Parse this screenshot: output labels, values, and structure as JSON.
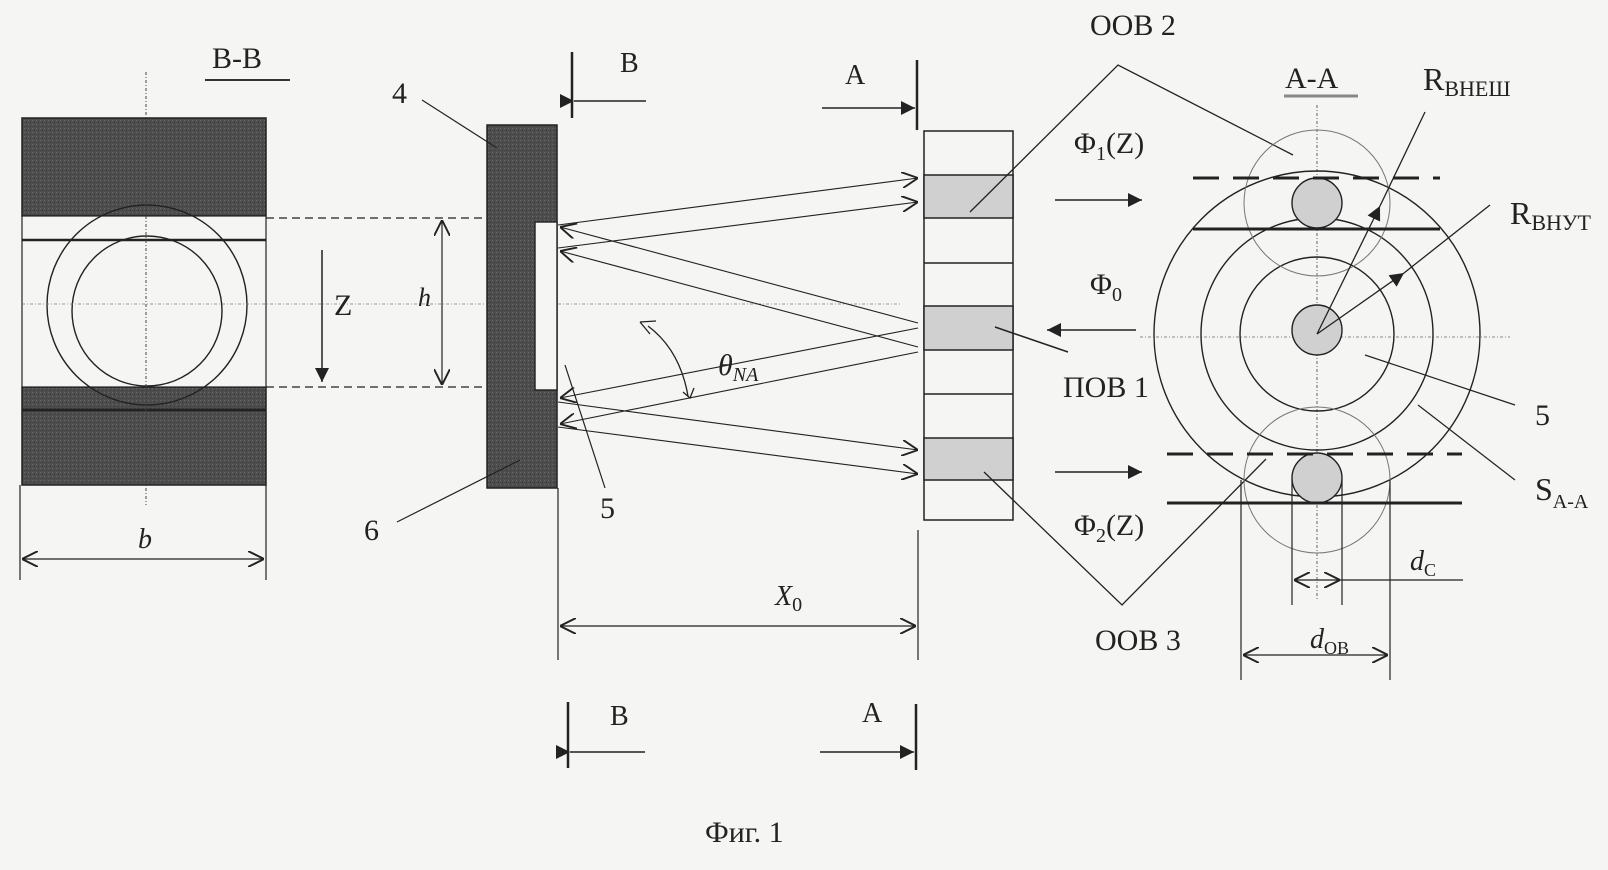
{
  "figure": {
    "caption": "Фиг. 1",
    "colors": {
      "ink": "#222222",
      "dark_fill": "#4a4a4a",
      "gray_fill": "#d2d2d2",
      "paper": "#f5f5f3"
    }
  },
  "section_bb": {
    "title": "B-B",
    "dim_b": "b"
  },
  "source": {
    "label_4": "4",
    "label_6": "6",
    "label_5": "5",
    "axis_z": "Z",
    "dim_h": "h",
    "angle_base": "θ",
    "angle_sub": "NA"
  },
  "cut_marks": {
    "top_b": "B",
    "top_a": "A",
    "bottom_b": "B",
    "bottom_a": "A"
  },
  "distance": {
    "base": "X",
    "sub": "0"
  },
  "fibers": {
    "oob2": "ООВ 2",
    "oob3": "ООВ 3",
    "pov1": "ПОВ 1",
    "phi1_base": "Φ",
    "phi1_sub": "1",
    "phi1_tail": "(Z)",
    "phi0_base": "Φ",
    "phi0_sub": "0",
    "phi2_base": "Φ",
    "phi2_sub": "2",
    "phi2_tail": "(Z)"
  },
  "section_aa": {
    "title": "A-A",
    "r_outer_base": "R",
    "r_outer_sub": "ВНЕШ",
    "r_inner_base": "R",
    "r_inner_sub": "ВНУТ",
    "label_5": "5",
    "s_base": "S",
    "s_sub": "A-A",
    "dc_base": "d",
    "dc_sub": "C",
    "dob_base": "d",
    "dob_sub": "OB"
  }
}
